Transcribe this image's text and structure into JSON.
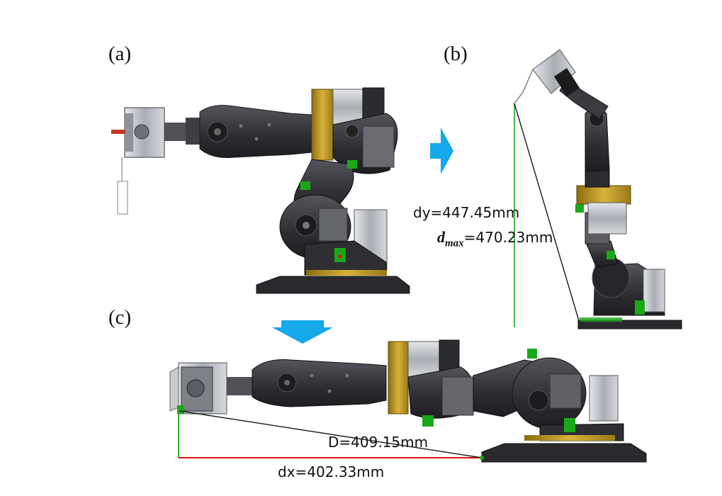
{
  "panels": {
    "a": "(a)",
    "b": "(b)",
    "c": "(c)"
  },
  "measurements": {
    "dy": "dy=447.45mm",
    "dmax_symbol": "d",
    "dmax_subscript": "max",
    "dmax_value": "=470.23mm",
    "D": "D=409.15mm",
    "dx": "dx=402.33mm"
  },
  "colors": {
    "arrow": "#15a8ea",
    "robot_dark": "#3b3b3f",
    "robot_shell": "#2a2a2e",
    "accent_gold": "#c9a227",
    "motor_silver": "#b9bcc2",
    "green_marker": "#1aa81a",
    "red_line": "#e01010"
  }
}
